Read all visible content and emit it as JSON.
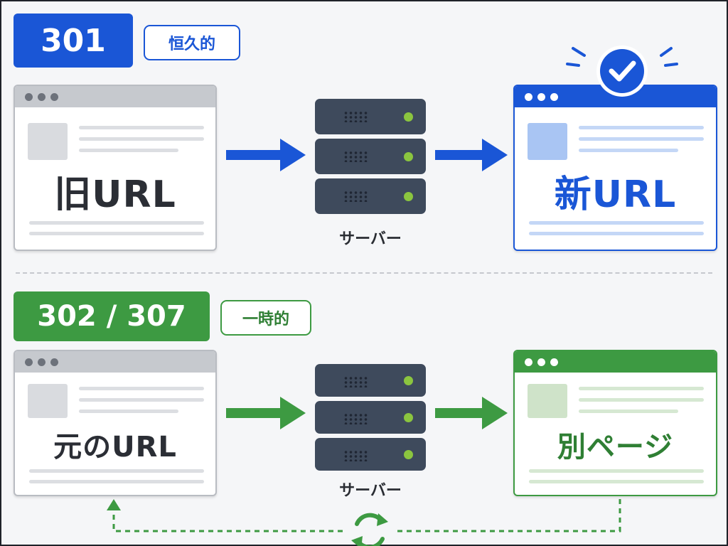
{
  "colors": {
    "blue": "#1a56d6",
    "green": "#3d9a42",
    "server": "#3e4a5c",
    "led": "#8bc53f"
  },
  "permanent": {
    "code": "301",
    "tag": "恒久的",
    "source_label": "旧URL",
    "server_label": "サーバー",
    "target_label": "新URL",
    "target_icon": "check-circle-icon"
  },
  "temporary": {
    "code": "302 / 307",
    "tag": "一時的",
    "source_label": "元のURL",
    "server_label": "サーバー",
    "target_label": "別ページ",
    "return_icon": "refresh-cycle-icon"
  }
}
